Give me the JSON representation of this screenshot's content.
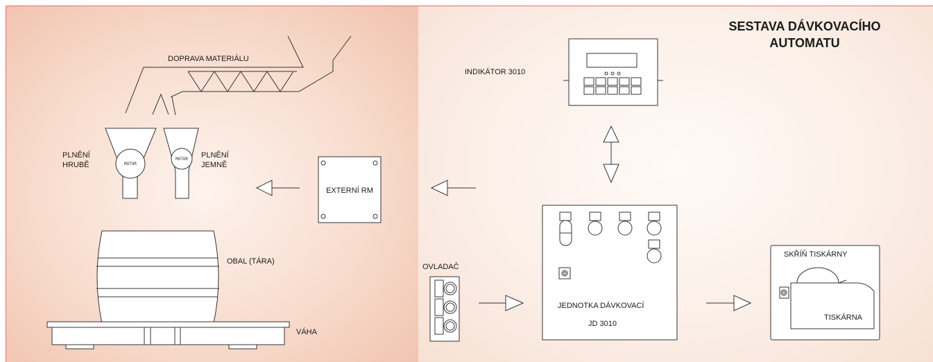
{
  "title": [
    "SESTAVA DÁVKOVACÍHO",
    "AUTOMATU"
  ],
  "labels": {
    "doprava": "DOPRAVA MATERIÁLU",
    "plneni_hrube": [
      "PLNĚNÍ",
      "HRUBĚ"
    ],
    "plneni_jemne": [
      "PLNĚNÍ",
      "JEMNĚ"
    ],
    "motor": "MOTOR",
    "externi_rm": "EXTERNÍ RM",
    "obal": "OBAL (TÁRA)",
    "vaha": "VÁHA",
    "indikator": "INDIKÁTOR 3010",
    "ovladac": "OVLADAČ",
    "jednotka": [
      "JEDNOTKA DÁVKOVACÍ",
      "JD 3010"
    ],
    "skrin": "SKŘÍŇ TISKÁRNY",
    "tiskarna": "TISKÁRNA"
  }
}
